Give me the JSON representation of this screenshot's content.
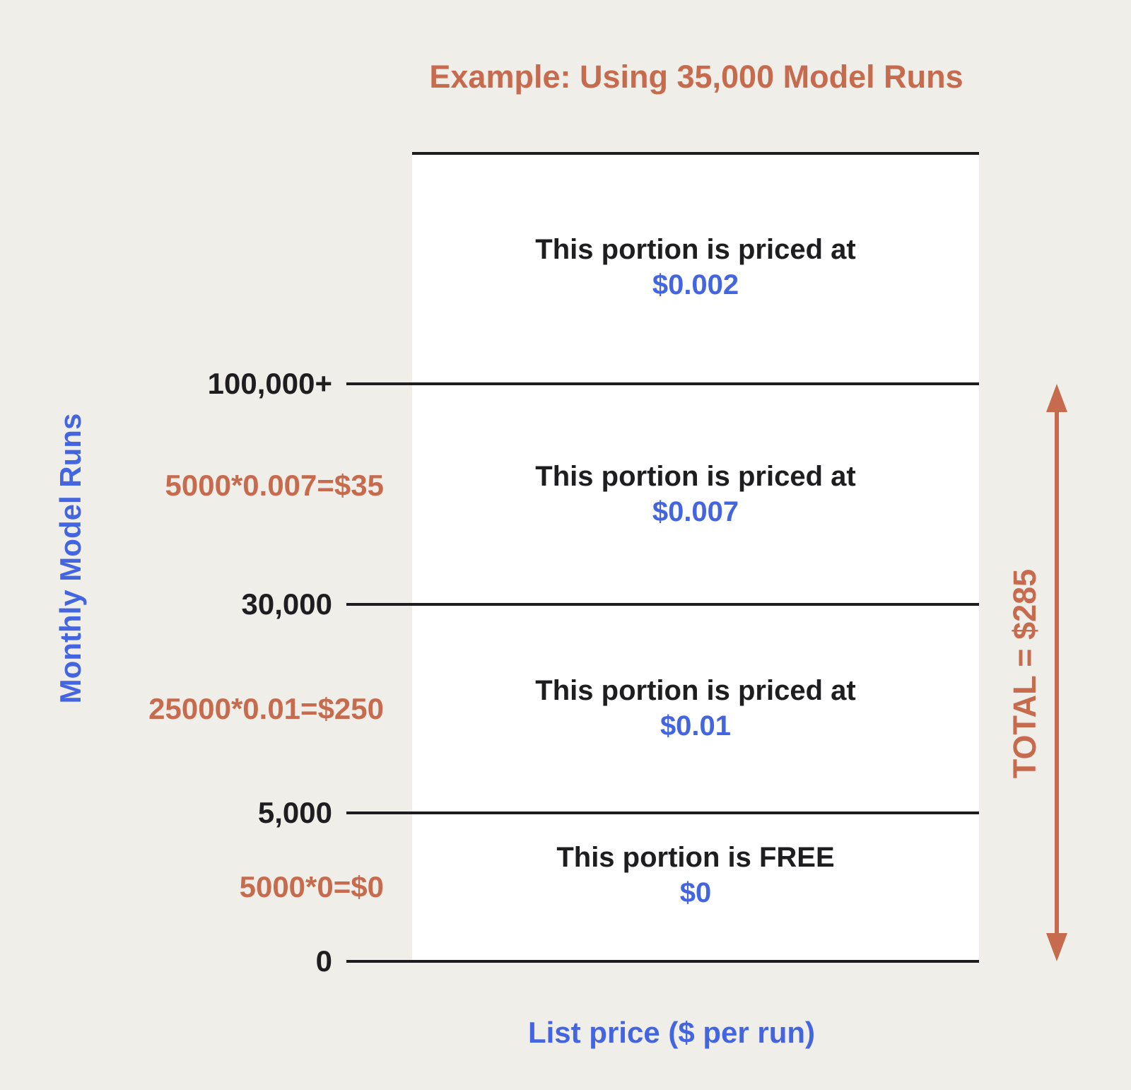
{
  "title": "Example: Using 35,000 Model Runs",
  "y_axis": {
    "label": "Monthly Model Runs",
    "ticks": [
      "100,000+",
      "30,000",
      "5,000",
      "0"
    ]
  },
  "x_axis": {
    "label": "List price ($ per run)"
  },
  "tiers": [
    {
      "description": "This portion is priced at",
      "price": "$0.002"
    },
    {
      "description": "This portion is priced at",
      "price": "$0.007"
    },
    {
      "description": "This portion is priced at",
      "price": "$0.01"
    },
    {
      "description": "This portion is FREE",
      "price": "$0"
    }
  ],
  "calculations": [
    "5000*0.007=$35",
    "25000*0.01=$250",
    "5000*0=$0"
  ],
  "total_label": "TOTAL = $285",
  "colors": {
    "background": "#F0EEE9",
    "accent_orange": "#C76B4E",
    "accent_blue": "#4365E0",
    "text_black": "#1E1E20",
    "line_black": "#1D1D1F"
  },
  "chart_data": {
    "type": "table",
    "title": "Example: Using 35,000 Model Runs",
    "xlabel": "List price ($ per run)",
    "ylabel": "Monthly Model Runs",
    "y_tick_labels": [
      "0",
      "5,000",
      "30,000",
      "100,000+"
    ],
    "grid": false,
    "legend": "none",
    "tiers": [
      {
        "runs_range": "0 to 5,000",
        "price_per_run": 0,
        "annotation": "This portion is FREE",
        "price_label": "$0",
        "example_cost": "5000*0=$0"
      },
      {
        "runs_range": "5,000 to 30,000",
        "price_per_run": 0.01,
        "annotation": "This portion is priced at",
        "price_label": "$0.01",
        "example_cost": "25000*0.01=$250"
      },
      {
        "runs_range": "30,000 to 100,000",
        "price_per_run": 0.007,
        "annotation": "This portion is priced at",
        "price_label": "$0.007",
        "example_cost": "5000*0.007=$35"
      },
      {
        "runs_range": "100,000+",
        "price_per_run": 0.002,
        "annotation": "This portion is priced at",
        "price_label": "$0.002"
      }
    ],
    "example_total": "TOTAL = $285"
  }
}
